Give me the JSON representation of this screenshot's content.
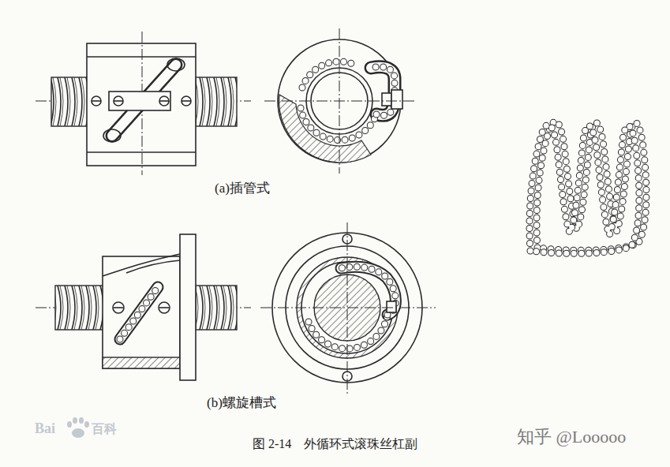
{
  "diagram": {
    "caption": "图 2-14　外循环式滚珠丝杠副",
    "labels": [
      "(a)插管式",
      "(b)螺旋槽式",
      "知乎 @Looooo",
      "Bai",
      "百科"
    ]
  }
}
